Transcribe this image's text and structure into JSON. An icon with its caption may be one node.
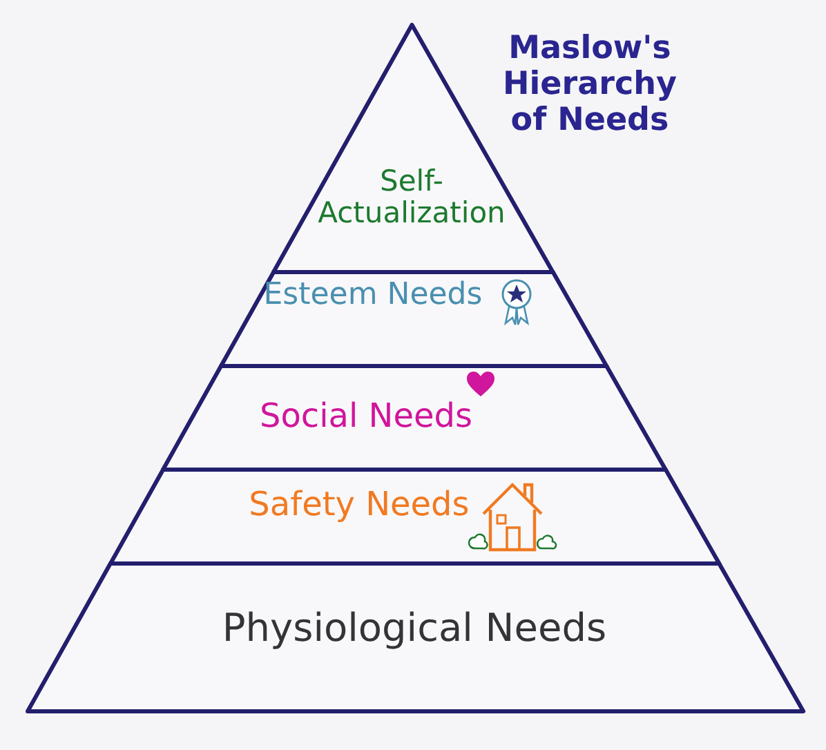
{
  "diagram": {
    "title": "Maslow's Hierarchy of Needs",
    "nodes": [
      {
        "text": [
          "Self-Actualization"
        ]
      },
      {
        "text": [
          "Esteem Needs"
        ]
      },
      {
        "text": [
          "Social Needs"
        ]
      },
      {
        "text": [
          "Safety Needs"
        ]
      },
      {
        "text": [
          "Physiological Needs"
        ]
      }
    ],
    "edges": []
  }
}
